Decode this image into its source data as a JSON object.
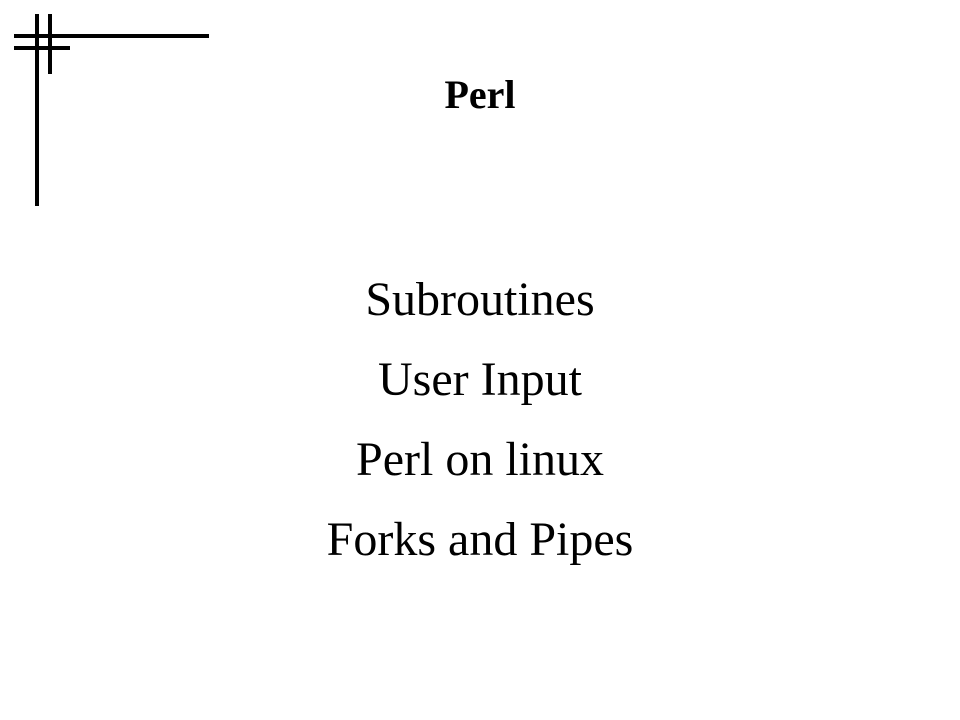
{
  "slide": {
    "title": "Perl",
    "topics": [
      "Subroutines",
      "User Input",
      "Perl on linux",
      "Forks and Pipes"
    ]
  },
  "decoration": {
    "line_color": "#000000"
  }
}
